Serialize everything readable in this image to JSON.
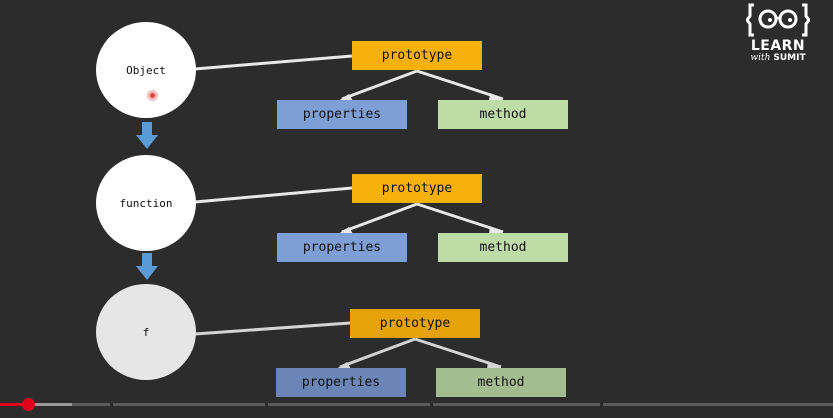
{
  "diagram": {
    "rows": [
      {
        "node": "Object",
        "prototype": "prototype",
        "properties": "properties",
        "method": "method"
      },
      {
        "node": "function",
        "prototype": "prototype",
        "properties": "properties",
        "method": "method"
      },
      {
        "node": "f",
        "prototype": "prototype",
        "properties": "properties",
        "method": "method"
      }
    ]
  },
  "logo": {
    "title": "LEARN",
    "with": "with",
    "name": "SUMIT"
  },
  "player": {
    "progress_fraction": 0.034,
    "buffered_fraction": 0.087
  },
  "colors": {
    "prototype": "#f7b10c",
    "properties": "#7e9fd5",
    "method": "#bddca6",
    "arrow": "#5b9bd5",
    "progress": "#e1001b"
  }
}
